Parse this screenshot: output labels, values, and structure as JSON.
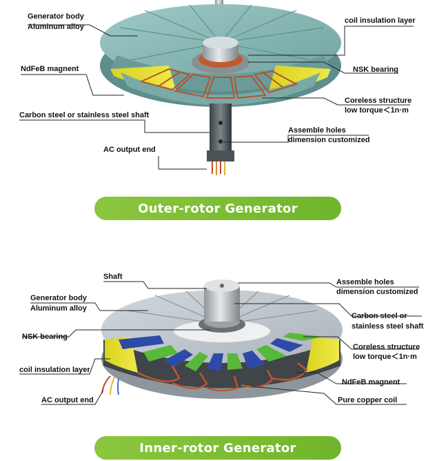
{
  "outer": {
    "labels": {
      "generator_body": "Generator body",
      "aluminum_alloy": "Aluminum alloy",
      "coil_insulation_layer": "coil insulation layer",
      "ndfeb_magnent": "NdFeB magnent",
      "nsk_bearing": "NSK bearing",
      "coreless_structure": "Coreless structure",
      "low_torque": "low torque＜1n·m",
      "shaft": "Carbon steel or stainless steel shaft",
      "assemble_holes": "Assemble holes",
      "dimension_customized": "dimension customized",
      "ac_output_end": "AC output end"
    },
    "title": "Outer-rotor Generator"
  },
  "inner": {
    "labels": {
      "shaft": "Shaft",
      "assemble_holes": "Assemble holes",
      "dimension_customized": "dimension customized",
      "generator_body": "Generator body",
      "aluminum_alloy": "Aluminum alloy",
      "carbon_steel_or": "Carbon steel or",
      "stainless_steel_shaft": "stainless steel shaft",
      "nsk_bearing": "NSK bearing",
      "coreless_structure": "Coreless structure",
      "low_torque": "low torque＜1n·m",
      "coil_insulation_layer": "coil insulation layer",
      "ndfeb_magnent": "NdFeB magnent",
      "ac_output_end": "AC output end",
      "pure_copper_coil": "Pure copper coil"
    },
    "title": "Inner-rotor Generator"
  },
  "colors": {
    "accent_green": "#7dbf35",
    "housing_teal": "#7fb3b0",
    "housing_grey": "#b9c1c8",
    "magnet_yellow": "#e5e02a",
    "magnet_blue": "#2e4aa8",
    "magnet_green": "#58b83a",
    "copper": "#c0552d"
  }
}
